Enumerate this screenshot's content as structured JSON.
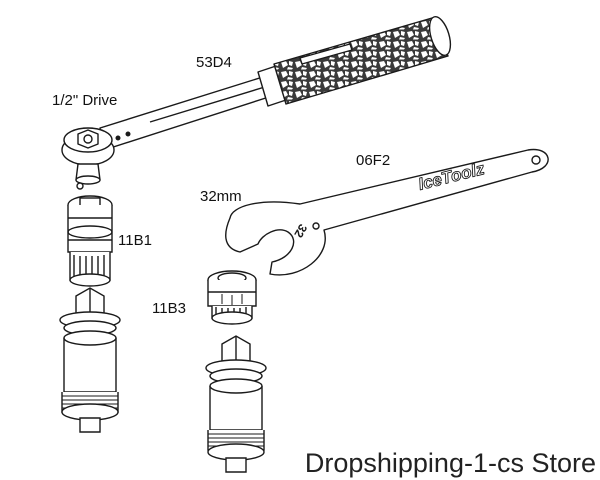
{
  "labels": {
    "torque_wrench": "53D4",
    "drive": "1/2\" Drive",
    "cone_wrench": "06F2",
    "cone_size": "32mm",
    "socket_a": "11B1",
    "socket_b": "11B3"
  },
  "brand": "IceToolz",
  "wrench_stamp": "32",
  "watermark": "Dropshipping-1-cs Store",
  "colors": {
    "line": "#1a1a1a",
    "grip": "#3a3a3a",
    "fill": "#ffffff"
  }
}
